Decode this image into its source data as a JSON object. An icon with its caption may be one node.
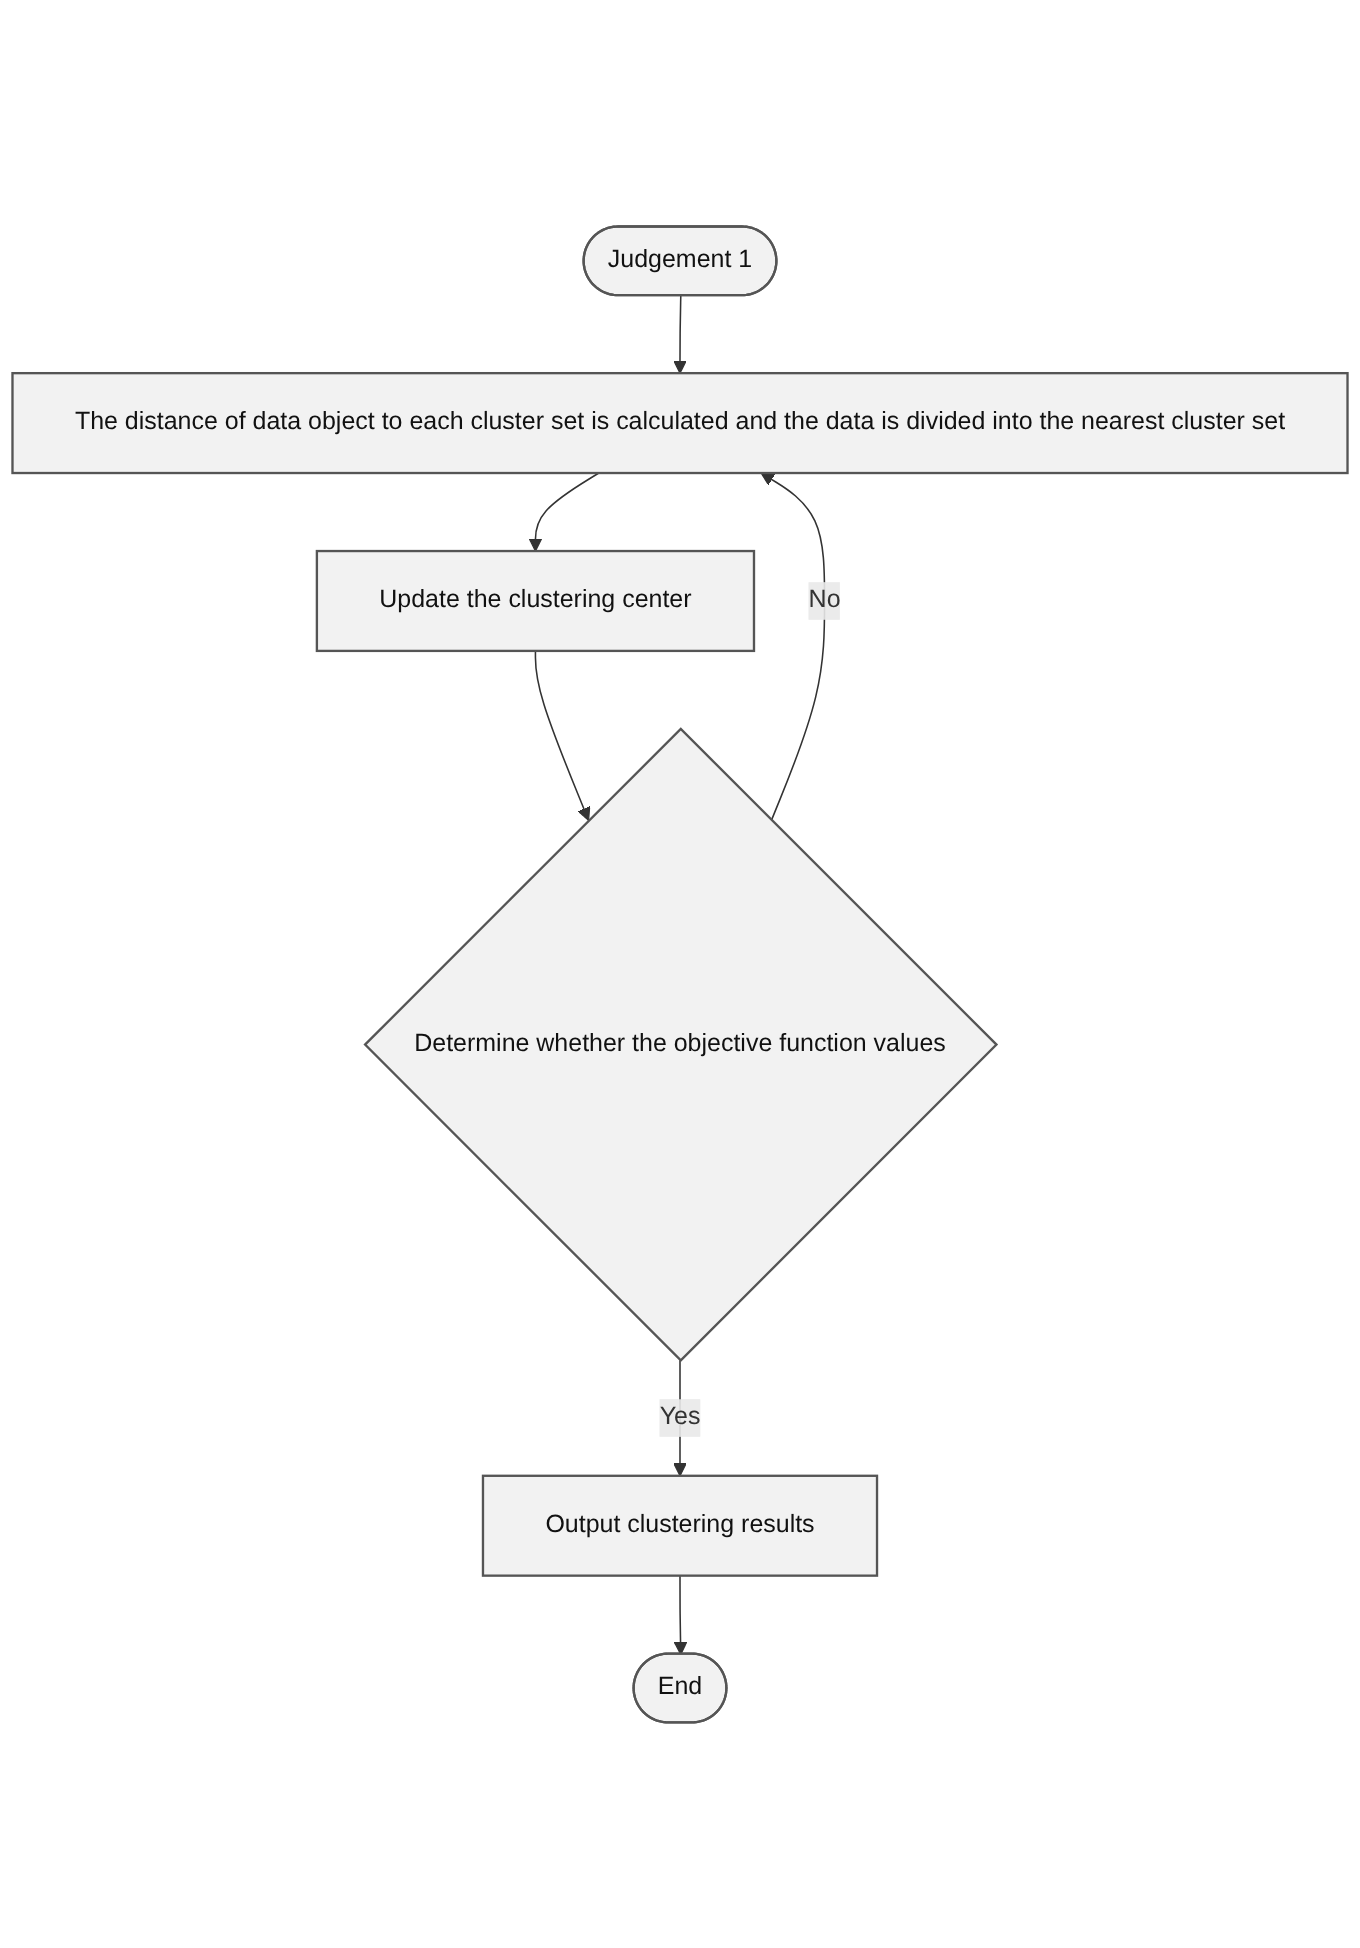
{
  "diagram": {
    "nodes": [
      {
        "text": [
          "Judgement 1"
        ]
      },
      {
        "text": [
          "The distance of data object to each cluster set is calculated and the data is divided into the nearest cluster set"
        ]
      },
      {
        "text": [
          "Update the clustering center"
        ]
      },
      {
        "text": [
          "Determine whether the objective function values"
        ]
      },
      {
        "text": [
          "Output clustering results"
        ]
      },
      {
        "text": [
          "End"
        ]
      }
    ],
    "edges": [
      {
        "from": 0,
        "to": 1,
        "arrow": "to"
      },
      {
        "from": 1,
        "to": 2,
        "arrow": "to"
      },
      {
        "from": 2,
        "to": 3,
        "arrow": "to"
      },
      {
        "from": 3,
        "to": 1,
        "arrow": "to",
        "label": "No"
      },
      {
        "from": 3,
        "to": 4,
        "arrow": "to",
        "label": "Yes"
      },
      {
        "from": 4,
        "to": 5,
        "arrow": "to"
      }
    ]
  }
}
